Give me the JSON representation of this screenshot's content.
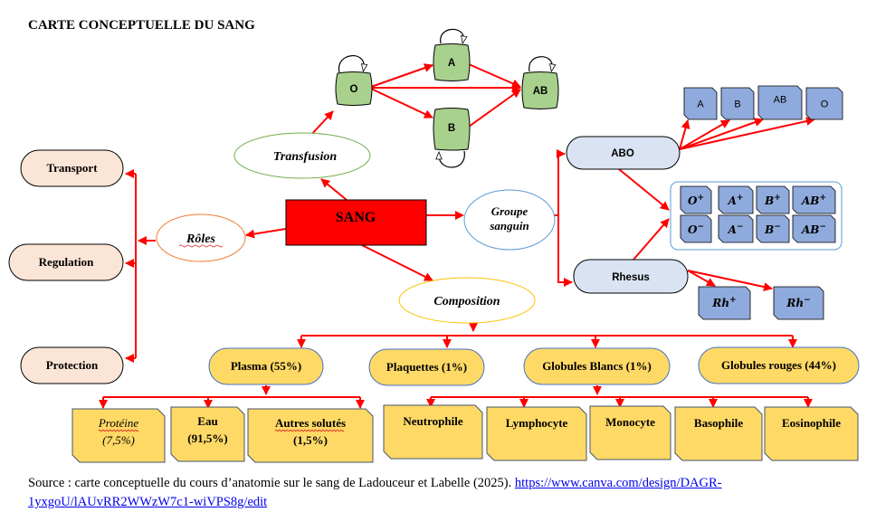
{
  "title": "CARTE CONCEPTUELLE DU SANG",
  "center": {
    "label": "SANG",
    "color": "#ff0000"
  },
  "colors": {
    "arrow": "#ff0000",
    "transfusion_node": "#a9d18e",
    "group_node": "#dae3f3",
    "antigen_node": "#8faadc",
    "composition_node": "#ffd966",
    "role_node": "#fbe5d6"
  },
  "branches": {
    "roles": {
      "label": "Rôles",
      "items": [
        "Transport",
        "Regulation",
        "Protection"
      ]
    },
    "transfusion": {
      "label": "Transfusion",
      "groups": [
        "O",
        "A",
        "B",
        "AB"
      ],
      "edges": [
        [
          "O",
          "A"
        ],
        [
          "O",
          "B"
        ],
        [
          "O",
          "AB"
        ],
        [
          "A",
          "AB"
        ],
        [
          "B",
          "AB"
        ]
      ],
      "self_loops": [
        "O",
        "A",
        "B",
        "AB"
      ]
    },
    "groupe_sanguin": {
      "label_line1": "Groupe",
      "label_line2": "sanguin",
      "abo": {
        "label": "ABO",
        "types": [
          "A",
          "B",
          "AB",
          "O"
        ]
      },
      "rhesus": {
        "label": "Rhesus",
        "types": [
          {
            "base": "Rh",
            "sign": "+"
          },
          {
            "base": "Rh",
            "sign": "−"
          }
        ]
      },
      "combined": {
        "row_positive": [
          {
            "base": "O",
            "sign": "+"
          },
          {
            "base": "A",
            "sign": "+"
          },
          {
            "base": "B",
            "sign": "+"
          },
          {
            "base": "AB",
            "sign": "+"
          }
        ],
        "row_negative": [
          {
            "base": "O",
            "sign": "−"
          },
          {
            "base": "A",
            "sign": "−"
          },
          {
            "base": "B",
            "sign": "−"
          },
          {
            "base": "AB",
            "sign": "−"
          }
        ]
      }
    },
    "composition": {
      "label": "Composition",
      "components": [
        "Plasma (55%)",
        "Plaquettes (1%)",
        "Globules Blancs (1%)",
        "Globules rouges (44%)"
      ],
      "plasma_parts": [
        {
          "name": "Protéine",
          "value": "(7,5%)"
        },
        {
          "name": "Eau",
          "value": "(91,5%)"
        },
        {
          "name": "Autres solutés",
          "value": "(1,5%)"
        }
      ],
      "white_cells": [
        "Neutrophile",
        "Lymphocyte",
        "Monocyte",
        "Basophile",
        "Eosinophile"
      ]
    }
  },
  "source": {
    "text": "Source : carte conceptuelle du cours d’anatomie sur le sang de Ladouceur et Labelle (2025). ",
    "link": "https://www.canva.com/design/DAGR-1yxgoU/lAUvRR2WWzW7c1-wiVPS8g/edit"
  }
}
